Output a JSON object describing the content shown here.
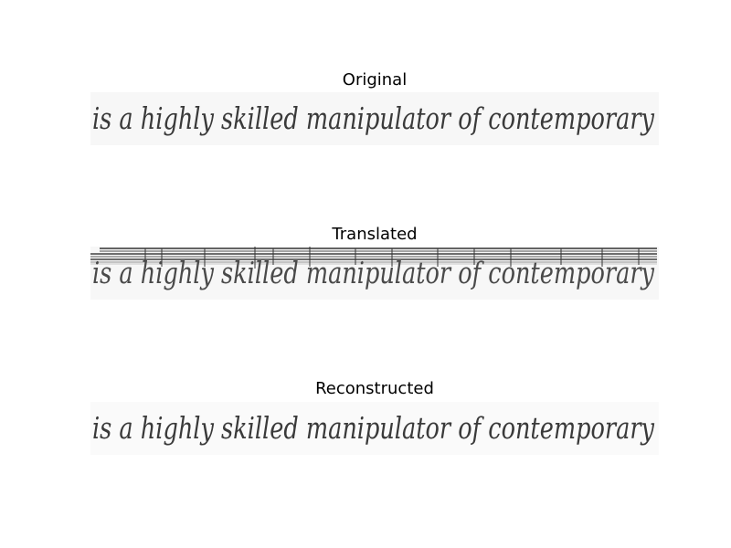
{
  "panels": [
    {
      "title": "Original",
      "handwriting": "is a highly skilled manipulator of contemporary"
    },
    {
      "title": "Translated",
      "handwriting": "is a highly skilled manipulator of contemporary"
    },
    {
      "title": "Reconstructed",
      "handwriting": "is a highly skilled manipulator of contemporary"
    }
  ]
}
